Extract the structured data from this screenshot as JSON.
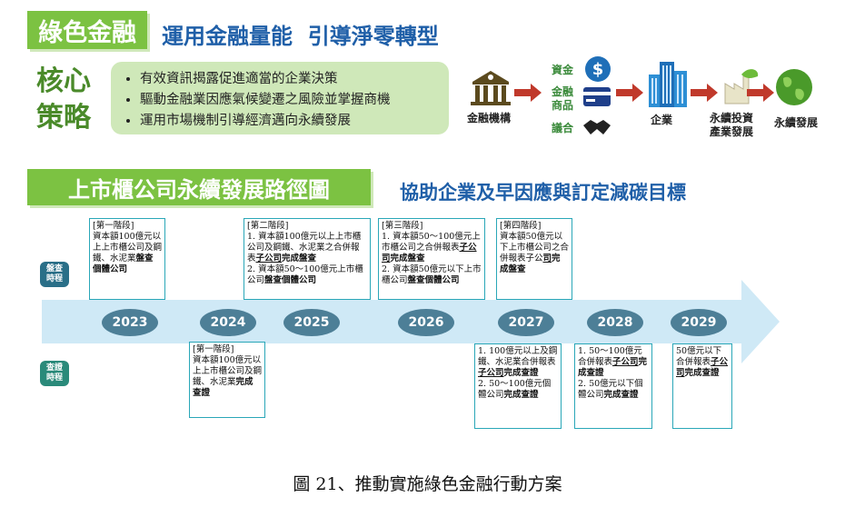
{
  "header": {
    "title": "綠色金融",
    "subtitle": "運用金融量能  引導淨零轉型"
  },
  "core": {
    "label_line1": "核心",
    "label_line2": "策略",
    "bullets": [
      "有效資訊揭露促進適當的企業決策",
      "驅動金融業因應氣候變遷之風險並掌握商機",
      "運用市場機制引導經濟邁向永續發展"
    ]
  },
  "flow": {
    "bank": "金融機構",
    "funds": "資金",
    "products_line1": "金融",
    "products_line2": "商品",
    "engagement": "議合",
    "company": "企業",
    "sustain_invest_line1": "永續投資",
    "sustain_invest_line2": "產業發展",
    "sustain_dev": "永續發展",
    "colors": {
      "arrow": "#c0392b",
      "icon_blue": "#1f6fb8",
      "icon_green": "#4a9a2a"
    }
  },
  "roadmap": {
    "title": "上市櫃公司永續發展路徑圖",
    "subtitle": "協助企業及早因應與訂定減碳目標",
    "years": [
      "2023",
      "2024",
      "2025",
      "2026",
      "2027",
      "2028",
      "2029"
    ],
    "inventory_label_line1": "盤查",
    "inventory_label_line2": "時程",
    "verification_label_line1": "查證",
    "verification_label_line2": "時程",
    "inventory": {
      "s1": {
        "head": "[第一階段]",
        "t1": "資本額100億元以上上市櫃公司及鋼鐵、水泥業",
        "t2": "盤查個體公司"
      },
      "s2": {
        "head": "[第二階段]",
        "t1": "1. 資本額100億元以上上市櫃公司及鋼鐵、水泥業之合併報表",
        "t1u": "子公司",
        "t1b": "完成盤查",
        "t2": "2. 資本額50～100億元上市櫃公司",
        "t2b": "盤查個體公司"
      },
      "s3": {
        "head": "[第三階段]",
        "t1": "1. 資本額50～100億元上市櫃公司之合併報表",
        "t1u": "子公司",
        "t1b": "完成盤查",
        "t2": "2. 資本額50億元以下上市櫃公司",
        "t2b": "盤查個體公司"
      },
      "s4": {
        "head": "[第四階段]",
        "t1": "資本額50億元以下上市櫃公司之合併報表子公",
        "t1u": "司",
        "t1b": "完成盤查"
      }
    },
    "verification": {
      "v2024": {
        "head": "[第一階段]",
        "t1": "資本額100億元以上上市櫃公司及鋼鐵、水泥業",
        "t1b": "完成查證"
      },
      "v2027": {
        "t1": "1. 100億元以上及鋼鐵、水泥業合併報表",
        "t1u": "子公司",
        "t1b": "完成查證",
        "t2": "2. 50～100億元個體公司",
        "t2b": "完成查證"
      },
      "v2028": {
        "t1": "1. 50～100億元合併報表",
        "t1u": "子公司",
        "t1b": "完成查證",
        "t2": "2. 50億元以下個體公司",
        "t2b": "完成查證"
      },
      "v2029": {
        "t1": "50億元以下合併報表",
        "t1u": "子公司",
        "t1b": "完成查證"
      }
    }
  },
  "caption": "圖 21、推動實施綠色金融行動方案"
}
